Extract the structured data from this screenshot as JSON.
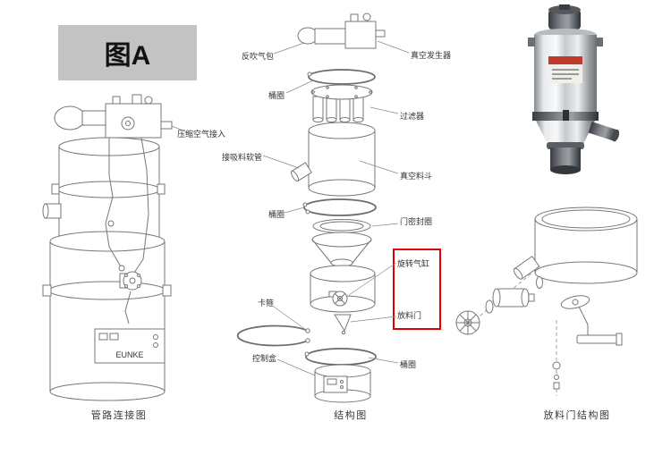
{
  "figure": {
    "label": "图A"
  },
  "captions": {
    "piping": "管路连接图",
    "structure": "结构图",
    "discharge_door": "放料门结构图"
  },
  "piping_diagram": {
    "air_inlet_label": "压缩空气接入",
    "brand": "EUNKE"
  },
  "exploded": {
    "back_blow_bag": "反吹气包",
    "vacuum_generator": "真空发生器",
    "ring_top": "桶圈",
    "filter": "过滤器",
    "suction_hose": "接吸料软管",
    "vacuum_hopper": "真空料斗",
    "ring_mid": "桶圈",
    "door_seal": "门密封圈",
    "rotary_cylinder": "旋转气缸",
    "clamp": "卡箍",
    "discharge_door": "放料门",
    "control_box": "控制盒",
    "ring_bottom": "桶圈"
  },
  "highlight": {
    "color": "#dd0000"
  }
}
